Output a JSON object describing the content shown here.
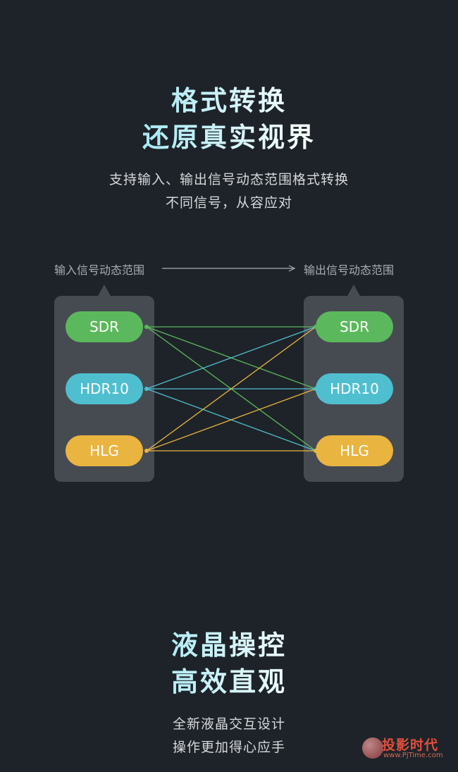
{
  "section1": {
    "title_line1": "格式转换",
    "title_line2": "还原真实视界",
    "desc_line1": "支持输入、输出信号动态范围格式转换",
    "desc_line2": "不同信号，从容应对"
  },
  "diagram": {
    "input_label": "输入信号动态范围",
    "output_label": "输出信号动态范围",
    "inputs": [
      "SDR",
      "HDR10",
      "HLG"
    ],
    "outputs": [
      "SDR",
      "HDR10",
      "HLG"
    ],
    "colors": {
      "sdr": "#5cb85c",
      "hdr10": "#4fbfcf",
      "hlg": "#e9b440"
    }
  },
  "section2": {
    "title_line1": "液晶操控",
    "title_line2": "高效直观",
    "desc_line1": "全新液晶交互设计",
    "desc_line2": "操作更加得心应手"
  },
  "watermark": {
    "brand": "投影时代",
    "url": "www.PjTime.com"
  }
}
